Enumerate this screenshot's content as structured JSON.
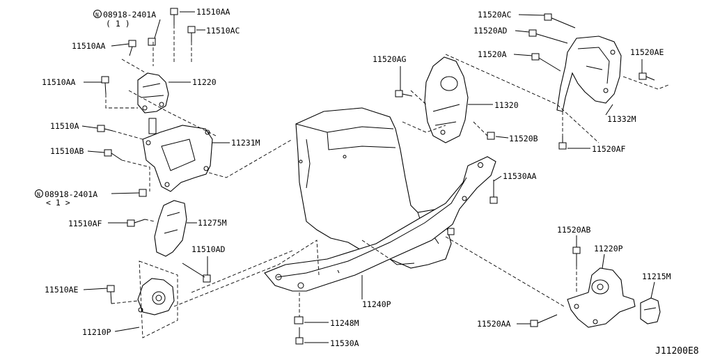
{
  "diagram_id": "J11200E8",
  "callouts": [
    {
      "id": "c1",
      "text": "08918-2401A",
      "circled_prefix": "N",
      "sub": "( 1 )"
    },
    {
      "id": "c2",
      "text": "11510AA"
    },
    {
      "id": "c3",
      "text": "11510AC"
    },
    {
      "id": "c4",
      "text": "11510AA"
    },
    {
      "id": "c5",
      "text": "11510AA"
    },
    {
      "id": "c6",
      "text": "11220"
    },
    {
      "id": "c7",
      "text": "11510A"
    },
    {
      "id": "c8",
      "text": "11510AB"
    },
    {
      "id": "c9",
      "text": "11231M"
    },
    {
      "id": "c10",
      "text": "08918-2401A",
      "circled_prefix": "N",
      "sub": "< 1 >"
    },
    {
      "id": "c11",
      "text": "11510AF"
    },
    {
      "id": "c12",
      "text": "11275M"
    },
    {
      "id": "c13",
      "text": "11510AD"
    },
    {
      "id": "c14",
      "text": "11510AE"
    },
    {
      "id": "c15",
      "text": "11210P"
    },
    {
      "id": "c16",
      "text": "11520AG"
    },
    {
      "id": "c17",
      "text": "11320"
    },
    {
      "id": "c18",
      "text": "11520B"
    },
    {
      "id": "c19",
      "text": "11520AC"
    },
    {
      "id": "c20",
      "text": "11520AD"
    },
    {
      "id": "c21",
      "text": "11520A"
    },
    {
      "id": "c22",
      "text": "11520AE"
    },
    {
      "id": "c23",
      "text": "11332M"
    },
    {
      "id": "c24",
      "text": "11520AF"
    },
    {
      "id": "c25",
      "text": "11530AA"
    },
    {
      "id": "c26",
      "text": "11240P"
    },
    {
      "id": "c27",
      "text": "11248M"
    },
    {
      "id": "c28",
      "text": "11530A"
    },
    {
      "id": "c29",
      "text": "11520AB"
    },
    {
      "id": "c30",
      "text": "11220P"
    },
    {
      "id": "c31",
      "text": "11215M"
    },
    {
      "id": "c32",
      "text": "11520AA"
    }
  ]
}
